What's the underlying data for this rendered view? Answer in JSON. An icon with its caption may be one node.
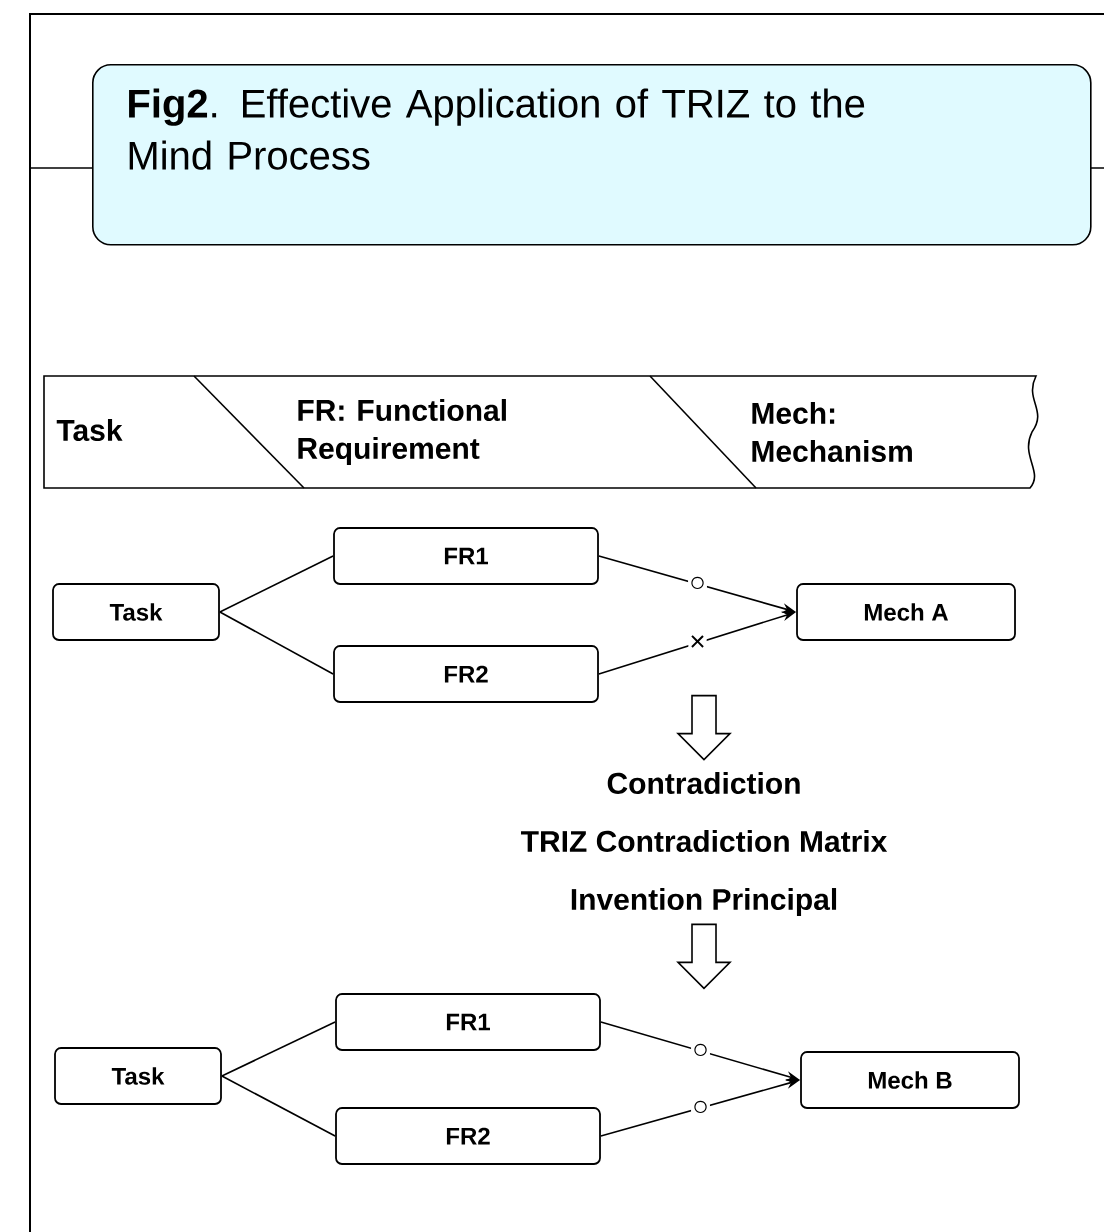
{
  "diagram": {
    "title": "**Fig2**. Effective Application of TRIZ to the Mind Process",
    "nodes": [
      {
        "text": [
          "Task",
          "FR: Functional Requirement",
          "Mech: Mechanism"
        ]
      },
      {
        "text": [
          "Task"
        ]
      },
      {
        "text": [
          "FR1"
        ]
      },
      {
        "text": [
          "FR2"
        ]
      },
      {
        "text": [
          "Mech A"
        ]
      },
      {
        "text": [
          "Contradiction",
          "TRIZ Contradiction Matrix",
          "Invention Principal"
        ]
      },
      {
        "text": [
          "Task"
        ]
      },
      {
        "text": [
          "FR1"
        ]
      },
      {
        "text": [
          "FR2"
        ]
      },
      {
        "text": [
          "Mech B"
        ]
      }
    ],
    "edges": [
      {
        "from": 1,
        "to": 2,
        "arrow": "none"
      },
      {
        "from": 1,
        "to": 3,
        "arrow": "none"
      },
      {
        "from": 2,
        "to": 4,
        "arrow": "to",
        "label": "○"
      },
      {
        "from": 3,
        "to": 4,
        "arrow": "to",
        "label": "×"
      },
      {
        "from": null,
        "to": 5,
        "arrow": "to"
      },
      {
        "from": 5,
        "to": null,
        "arrow": "to"
      },
      {
        "from": 6,
        "to": 7,
        "arrow": "none"
      },
      {
        "from": 6,
        "to": 8,
        "arrow": "none"
      },
      {
        "from": 7,
        "to": 9,
        "arrow": "to",
        "label": "○"
      },
      {
        "from": 8,
        "to": 9,
        "arrow": "to",
        "label": "○"
      }
    ]
  }
}
